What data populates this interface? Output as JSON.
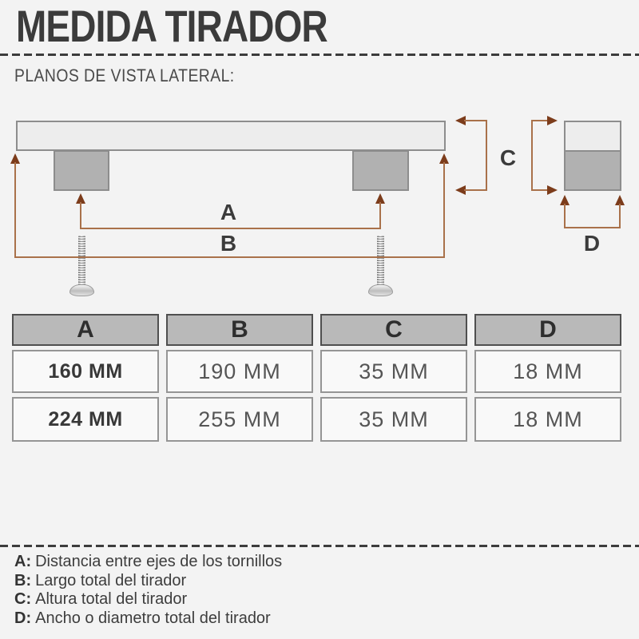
{
  "page": {
    "title": "MEDIDA TIRADOR",
    "subtitle": "PLANOS DE VISTA LATERAL:"
  },
  "diagram": {
    "labels": {
      "a": "A",
      "b": "B",
      "c": "C",
      "d": "D"
    }
  },
  "table": {
    "headers": [
      "A",
      "B",
      "C",
      "D"
    ],
    "rows": [
      [
        "160 MM",
        "190 MM",
        "35 MM",
        "18 MM"
      ],
      [
        "224 MM",
        "255 MM",
        "35 MM",
        "18 MM"
      ]
    ]
  },
  "legend": {
    "items": [
      {
        "key": "A:",
        "text": "Distancia entre ejes de los tornillos"
      },
      {
        "key": "B:",
        "text": "Largo total del tirador"
      },
      {
        "key": "C:",
        "text": "Altura total del tirador"
      },
      {
        "key": "D:",
        "text": "Ancho o diametro total del tirador"
      }
    ]
  },
  "colors": {
    "background": "#f3f3f3",
    "text": "#3b3b3b",
    "dimension_line": "#a9714a",
    "dimension_arrow": "#7c3c1b",
    "bar_fill": "#ededed",
    "leg_fill": "#b1b1b1",
    "outline": "#8d8d8d",
    "table_header_fill": "#b9b9b9",
    "table_header_border": "#4f4f4f",
    "table_cell_fill": "#f9f9f9",
    "table_cell_border": "#959595"
  }
}
